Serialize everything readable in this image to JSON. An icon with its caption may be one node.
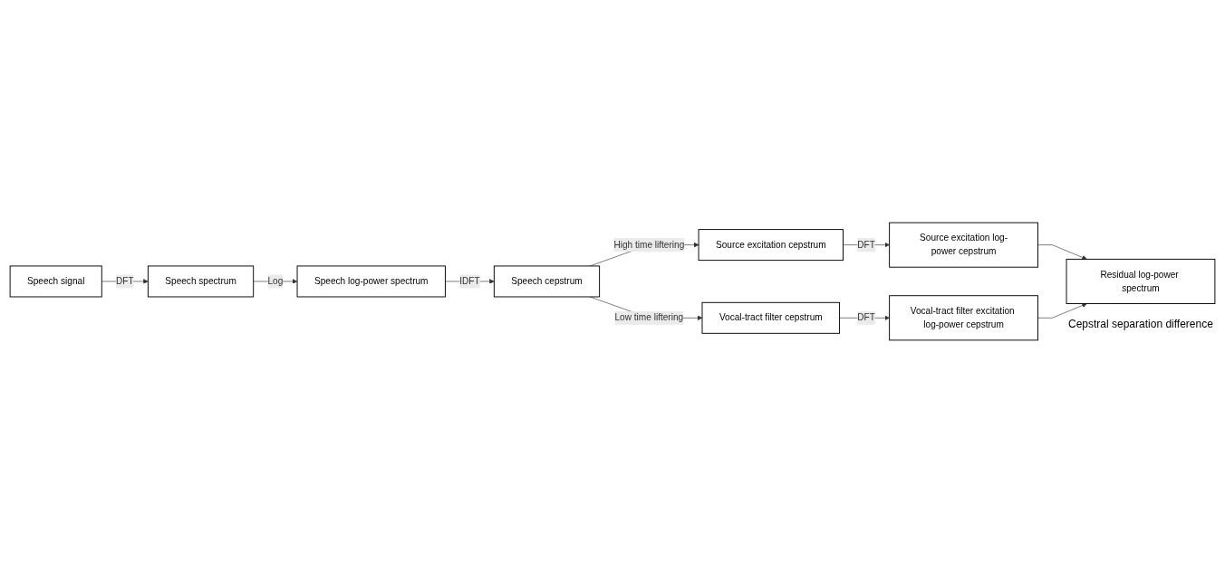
{
  "diagram": {
    "nodes": [
      {
        "text": [
          "Speech signal"
        ]
      },
      {
        "text": [
          "Speech spectrum"
        ]
      },
      {
        "text": [
          "Speech log-power spectrum"
        ]
      },
      {
        "text": [
          "Source excitation log-power cepstrum"
        ]
      },
      {
        "text": [
          "Source excitation cepstrum"
        ]
      },
      {
        "text": [
          "Residual log-power spectrum"
        ],
        "beside": [
          "Cepstral separation difference"
        ]
      },
      {
        "text": [
          "Speech cepstrum"
        ]
      },
      {
        "text": [
          "Vocal-tract filter excitation log-power cepstrum"
        ]
      },
      {
        "text": [
          "Vocal-tract filter cepstrum"
        ]
      }
    ],
    "edges": [
      {
        "from": 0,
        "to": 1,
        "arrow": "to",
        "label": "DFT"
      },
      {
        "from": 1,
        "to": 2,
        "arrow": "to",
        "label": "Log"
      },
      {
        "from": 2,
        "to": 6,
        "arrow": "to",
        "label": "IDFT"
      },
      {
        "from": 6,
        "to": 4,
        "arrow": "to",
        "label": "High time liftering"
      },
      {
        "from": 4,
        "to": 3,
        "arrow": "to",
        "label": "DFT"
      },
      {
        "from": 3,
        "to": 5,
        "arrow": "to"
      },
      {
        "from": 6,
        "to": 8,
        "arrow": "to",
        "label": "Low time liftering"
      },
      {
        "from": 8,
        "to": 7,
        "arrow": "to",
        "label": "DFT"
      },
      {
        "from": 7,
        "to": 5,
        "arrow": "to"
      }
    ]
  }
}
